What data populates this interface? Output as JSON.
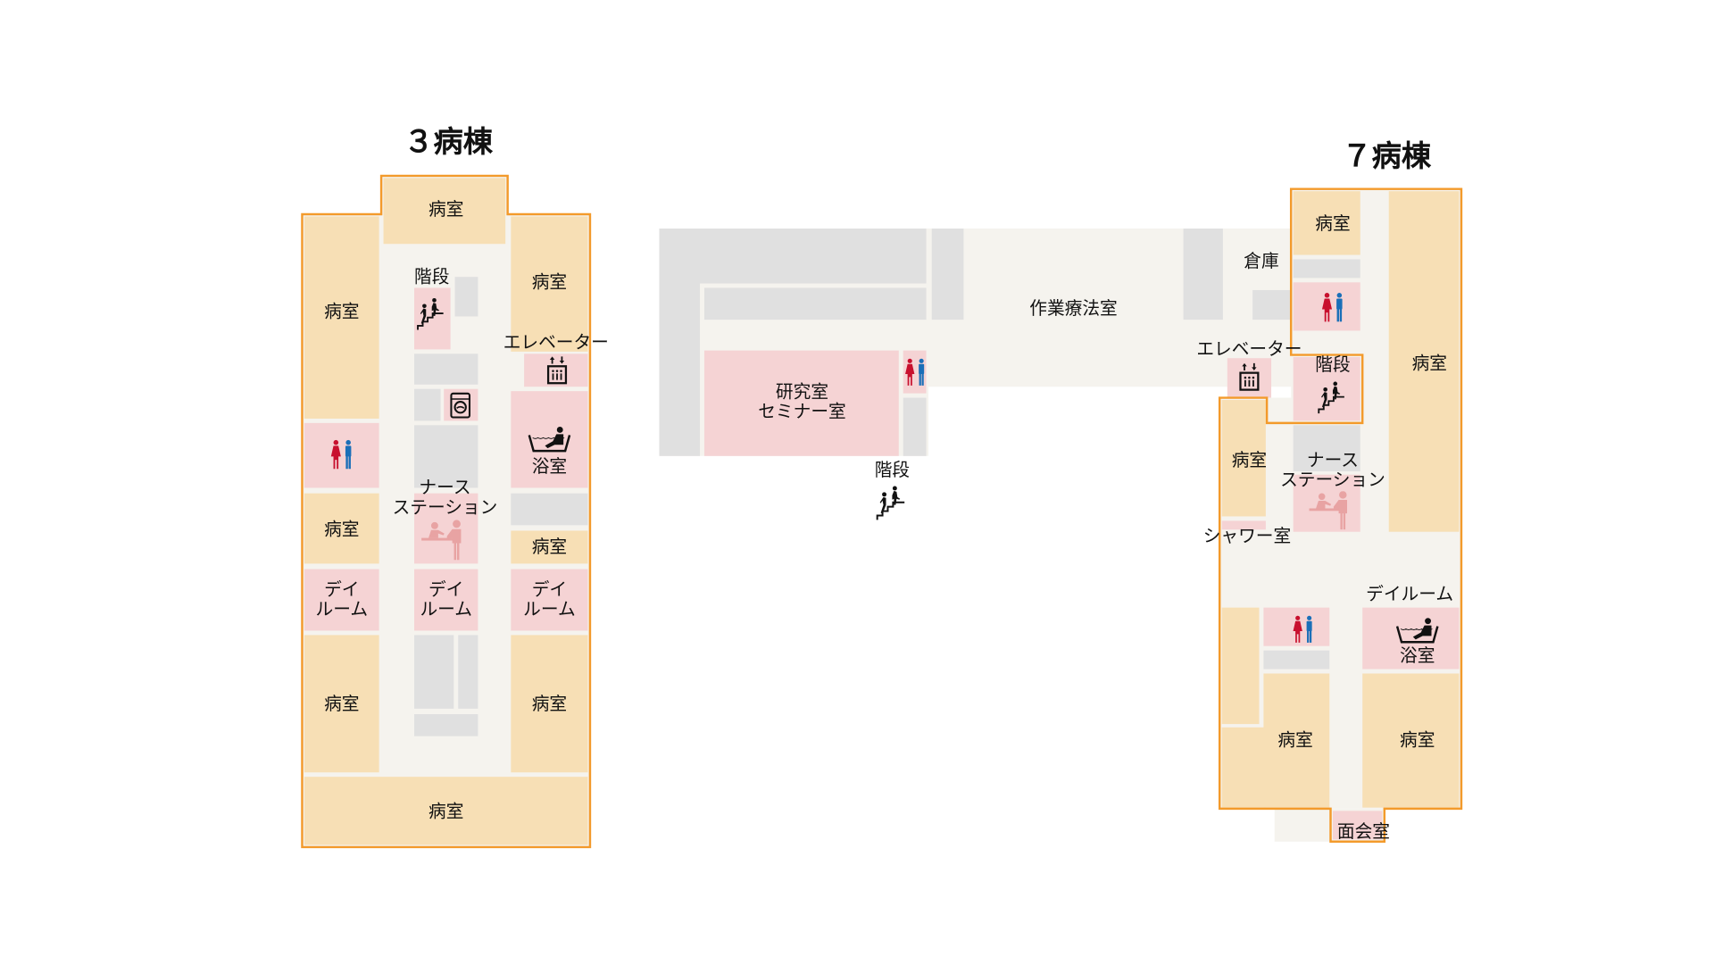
{
  "colors": {
    "ward_room": "#f7dfb5",
    "facility": "#f5d3d4",
    "other": "#e0e0e0",
    "corridor": "#f5f3ee",
    "outline": "#f39a2b",
    "female": "#c8102e",
    "male": "#1a6fb8"
  },
  "ward3": {
    "title": "３病棟",
    "room": "病室",
    "stairs": "階段",
    "elevator": "エレベーター",
    "bath": "浴室",
    "nurse_line1": "ナース",
    "nurse_line2": "ステーション",
    "dayroom_line1": "デイ",
    "dayroom_line2": "ルーム"
  },
  "middle": {
    "ot_room": "作業療法室",
    "lab_line1": "研究室",
    "lab_line2": "セミナー室",
    "stairs": "階段"
  },
  "ward7": {
    "title": "７病棟",
    "storage": "倉庫",
    "elevator": "エレベーター",
    "stairs": "階段",
    "room": "病室",
    "nurse_line1": "ナース",
    "nurse_line2": "ステーション",
    "shower": "シャワー室",
    "dayroom": "デイルーム",
    "bath": "浴室",
    "visiting": "面会室"
  },
  "icons": [
    "restroom-icon",
    "stairs-icon",
    "elevator-icon",
    "bath-icon",
    "washing-machine-icon",
    "nurse-station-icon"
  ]
}
